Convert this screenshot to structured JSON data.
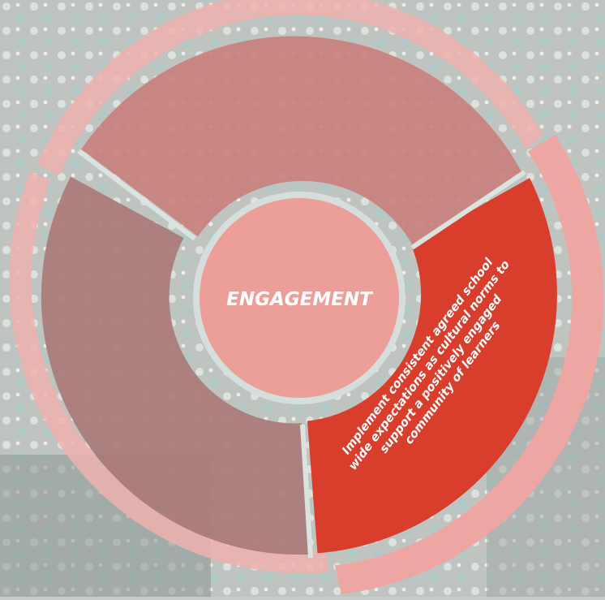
{
  "center": {
    "label": "ENGAGEMENT"
  },
  "active_segment": {
    "lines": [
      "Implement consistent agreed school",
      "wide expectations as cultural norms to",
      "support a positively engaged",
      "community of learners"
    ]
  },
  "colors": {
    "background": "#c9cdc9",
    "outer_ring": "#efb2ae",
    "active_outer_ring": "#eea6a2",
    "segment_top": "#c9807d",
    "segment_left": "#a97a78",
    "segment_active": "#d93d2c",
    "center": "#ec9f99",
    "separator": "#dbe3e0"
  }
}
